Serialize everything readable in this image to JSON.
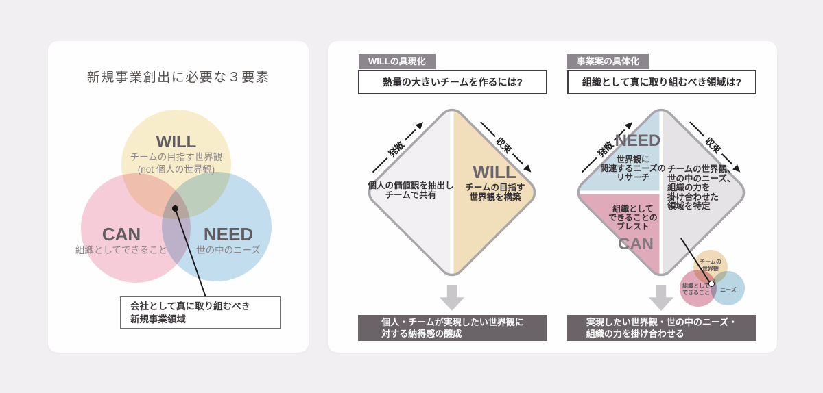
{
  "left_panel": {
    "title": "新規事業創出に必要な３要素",
    "venn": {
      "will": {
        "label": "WILL",
        "desc1": "チームの目指す世界観",
        "desc2": "(not 個人の世界観)"
      },
      "can": {
        "label": "CAN",
        "desc": "組織としてできること"
      },
      "need": {
        "label": "NEED",
        "desc": "世の中のニーズ"
      }
    },
    "callout": {
      "line1": "会社として真に取り組むべき",
      "line2": "新規事業領域"
    }
  },
  "right_panel": {
    "sections": [
      {
        "badge": "WILLの具現化",
        "question": "熱量の大きいチームを作るには?",
        "diverge": "発散",
        "converge": "収束",
        "left_text": [
          "個人の価値観を抽出し",
          "チームで共有"
        ],
        "right_label": "WILL",
        "right_text": [
          "チームの目指す",
          "世界観を構築"
        ],
        "result": [
          "個人・チームが実現したい世界観に",
          "対する納得感の醸成"
        ]
      },
      {
        "badge": "事業案の具体化",
        "question": "組織として真に取り組むべき領域は?",
        "diverge": "発散",
        "converge": "収束",
        "need_label": "NEED",
        "need_text": [
          "世界観に",
          "関連するニーズの",
          "リサーチ"
        ],
        "can_label": "CAN",
        "can_text": [
          "組織として",
          "できることの",
          "ブレスト"
        ],
        "right_text": [
          "チームの世界観、",
          "世の中のニーズ、",
          "組織の力を",
          "掛け合わせた",
          "領域を特定"
        ],
        "mini_venn": {
          "will1": "チームの",
          "will2": "世界観",
          "can1": "組織として",
          "can2": "できること",
          "need": "ニーズ"
        },
        "result": [
          "実現したい世界観・世の中のニーズ・",
          "組織の力を掛け合わせる"
        ]
      }
    ]
  },
  "colors": {
    "page_bg": "#f1eff1",
    "card_bg": "#fefefe",
    "venn_yellow": "#f9eecb",
    "venn_pink": "#f6cdd9",
    "venn_blue": "#c3deee",
    "diamond_border": "#a9a7ab",
    "diamond_left_gray": "#f2f0f2",
    "diamond_tan": "#f1debb",
    "quad_blue": "#c7dce4",
    "quad_pink": "#dfabbb",
    "quad_gray": "#e5e3e5",
    "badge_bg": "#8b878d",
    "result_bar_bg": "#6a6468",
    "down_arrow_gray": "#c9c7ca",
    "arrow_black": "#1c1c1c"
  }
}
